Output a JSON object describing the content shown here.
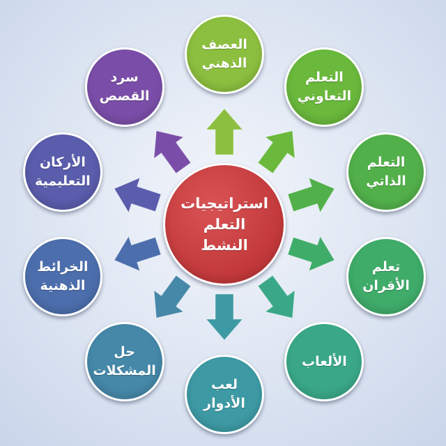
{
  "center": {
    "lines": [
      "استراتيجيات",
      "التعلم",
      "النشط"
    ],
    "color": "#c2383a"
  },
  "strategies": [
    {
      "id": "brainstorming",
      "lines": [
        "العصف",
        "الذهني"
      ],
      "color": "#8cbf3f"
    },
    {
      "id": "cooperative",
      "lines": [
        "التعلم",
        "التعاوني"
      ],
      "color": "#6ab83c"
    },
    {
      "id": "self-learning",
      "lines": [
        "التعلم",
        "الذاتي"
      ],
      "color": "#52b04a"
    },
    {
      "id": "peers",
      "lines": [
        "تعلم",
        "الأقران"
      ],
      "color": "#3fac6a"
    },
    {
      "id": "games",
      "lines": [
        "الألعاب"
      ],
      "color": "#3aa888"
    },
    {
      "id": "role-play",
      "lines": [
        "لعب",
        "الأدوار"
      ],
      "color": "#3d9aa4"
    },
    {
      "id": "problem-solving",
      "lines": [
        "حل",
        "المشكلات"
      ],
      "color": "#4588a8"
    },
    {
      "id": "mind-maps",
      "lines": [
        "الخرائط",
        "الذهنية"
      ],
      "color": "#4c6eac"
    },
    {
      "id": "learning-corners",
      "lines": [
        "الأركان",
        "التعليمية"
      ],
      "color": "#5a5cac"
    },
    {
      "id": "storytelling",
      "lines": [
        "سرد",
        "القصص"
      ],
      "color": "#7a4ea8"
    }
  ]
}
